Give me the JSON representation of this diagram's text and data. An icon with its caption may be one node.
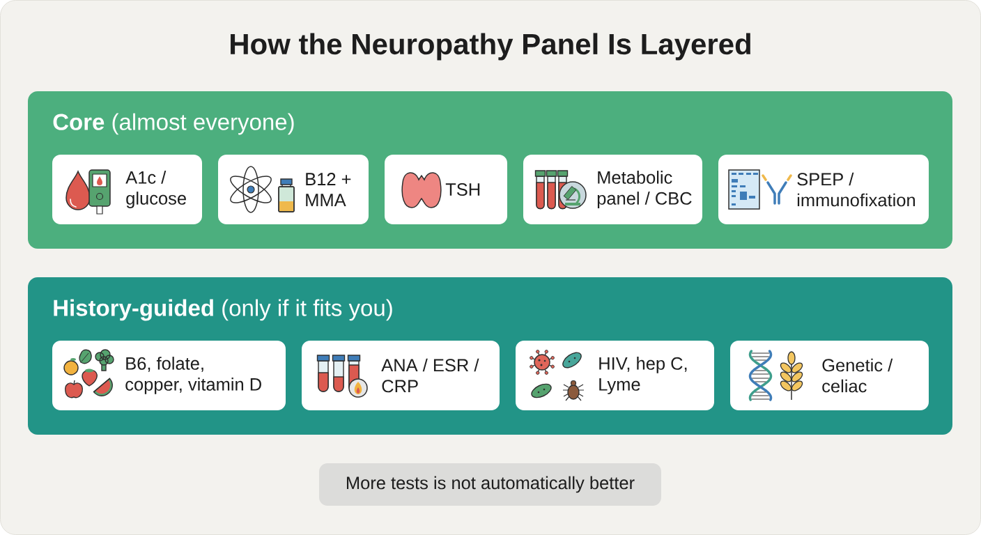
{
  "diagram": {
    "title": "How the Neuropathy Panel Is Layered",
    "nodes": [
      {
        "text": [
          "**Core** (almost everyone)"
        ]
      },
      {
        "text": [
          "A1c / glucose"
        ],
        "in": 0
      },
      {
        "text": [
          "B12 + MMA"
        ],
        "in": 0
      },
      {
        "text": [
          "TSH"
        ],
        "in": 0
      },
      {
        "text": [
          "Metabolic panel / CBC"
        ],
        "in": 0
      },
      {
        "text": [
          "SPEP / immunofixation"
        ],
        "in": 0
      },
      {
        "text": [
          "**History-guided** (only if it fits you)"
        ]
      },
      {
        "text": [
          "B6, folate, copper, vitamin D"
        ],
        "in": 6
      },
      {
        "text": [
          "ANA / ESR / CRP"
        ],
        "in": 6
      },
      {
        "text": [
          "HIV, hep C, Lyme"
        ],
        "in": 6
      },
      {
        "text": [
          "Genetic / celiac"
        ],
        "in": 6
      },
      {
        "text": [
          "More tests is not automatically better"
        ]
      }
    ]
  }
}
